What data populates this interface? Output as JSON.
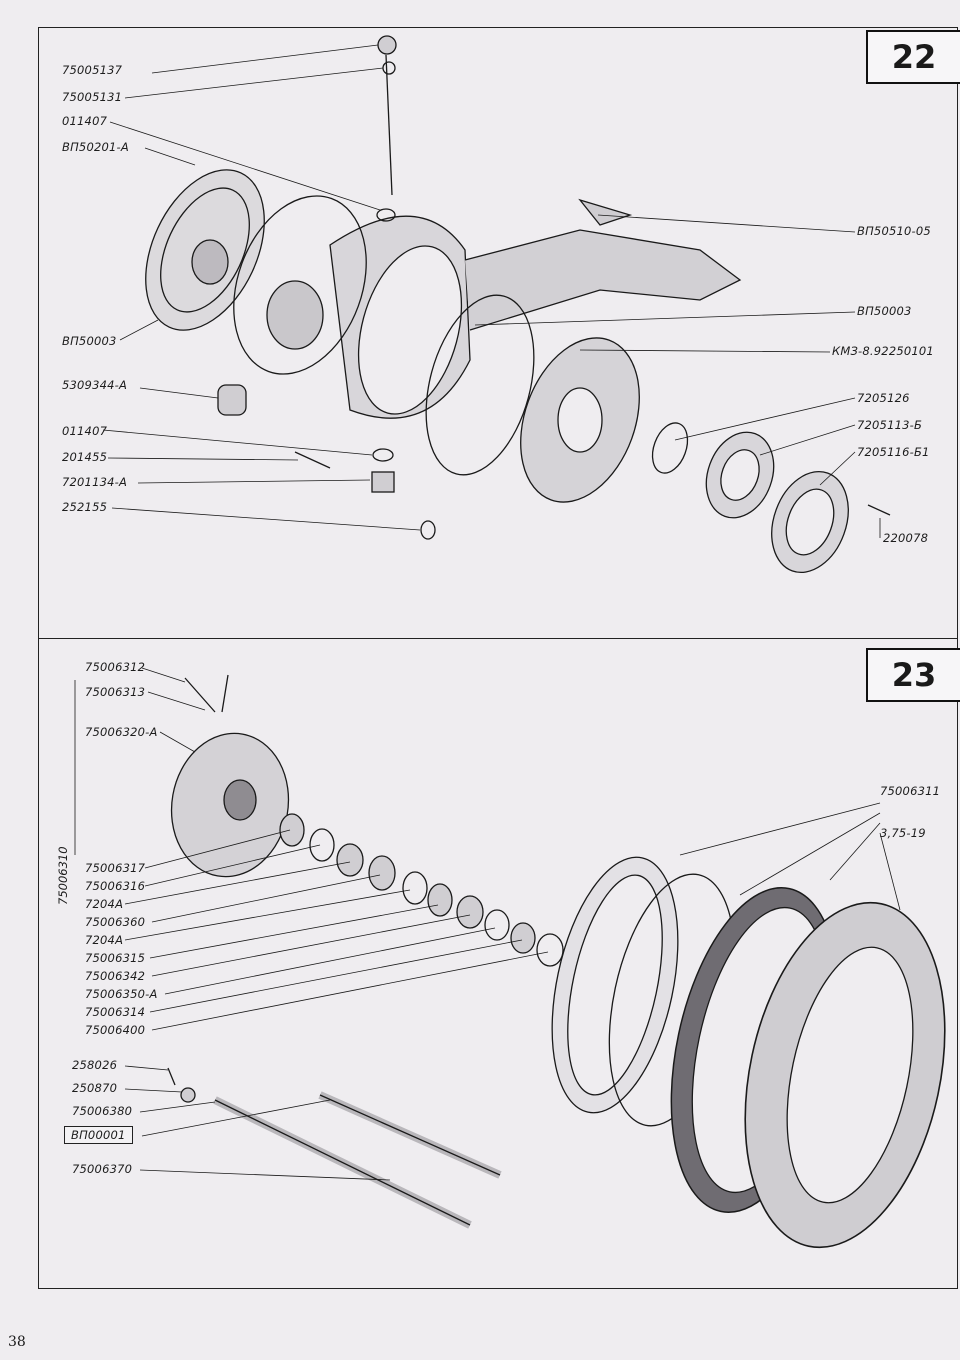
{
  "page_number": "38",
  "figure_22": {
    "number": "22",
    "labels_left": [
      "75005137",
      "75005131",
      "011407",
      "ВП50201-А",
      "ВП50003",
      "5309344-А",
      "011407",
      "201455",
      "7201134-А",
      "252155"
    ],
    "labels_right": [
      "ВП50510-05",
      "ВП50003",
      "КМЗ-8.92250101",
      "7205126",
      "7205113-Б",
      "7205116-Б1",
      "220078"
    ]
  },
  "figure_23": {
    "number": "23",
    "labels_top_left": [
      "75006312",
      "75006313",
      "75006320-А"
    ],
    "label_vertical": "75006310",
    "labels_stack": [
      "75006317",
      "75006316",
      "7204А",
      "75006360",
      "7204А",
      "75006315",
      "75006342",
      "75006350-А",
      "75006314",
      "75006400"
    ],
    "labels_axle": [
      "258026",
      "250870",
      "75006380",
      "ВП00001",
      "75006370"
    ],
    "labels_right": [
      "75006311",
      "3,75-19"
    ]
  },
  "colors": {
    "paper": "#efedf0",
    "ink": "#1a1a1a"
  }
}
